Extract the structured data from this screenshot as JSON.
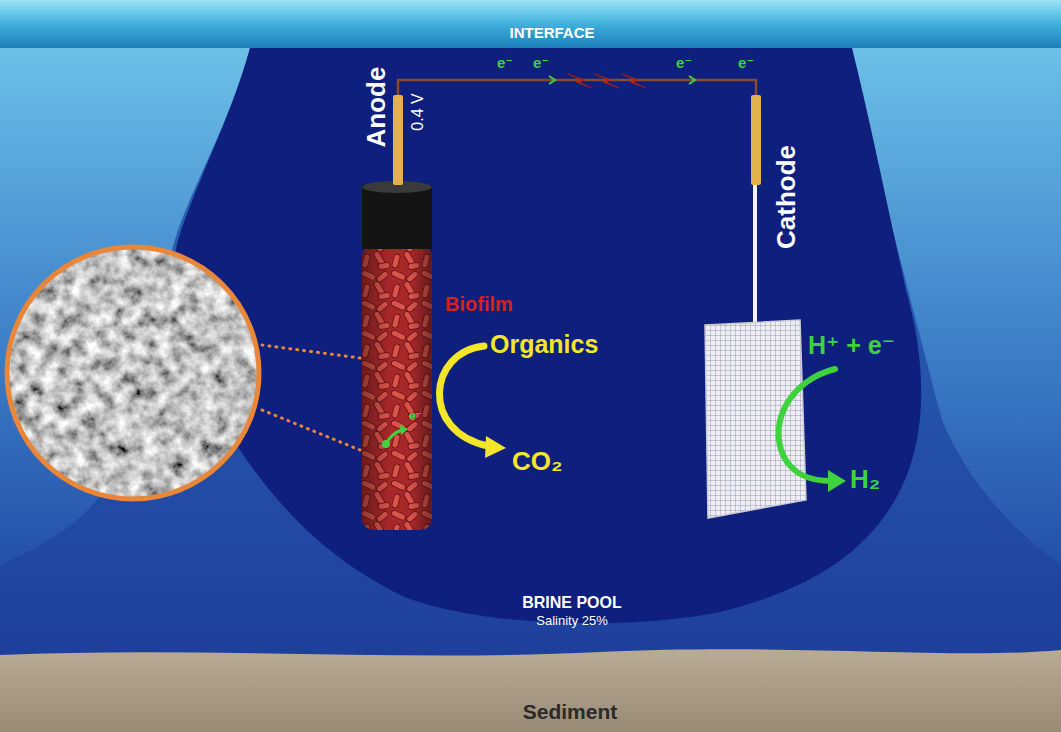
{
  "diagram": {
    "nodes": [
      {
        "text": [
          "Anode",
          "0.4 V"
        ]
      },
      {
        "text": [
          "Cathode"
        ]
      }
    ],
    "edges": [
      {
        "from": 0,
        "to": 1,
        "arrow": "none"
      }
    ],
    "labels": [
      "INTERFACE",
      "e⁻",
      "e⁻",
      "e⁻",
      "e⁻",
      "Biofilm",
      "e⁻",
      "Organics",
      "CO₂",
      "H⁺ + e⁻",
      "H₂",
      "BRINE POOL",
      "Salinity 25%",
      "Sediment"
    ]
  }
}
